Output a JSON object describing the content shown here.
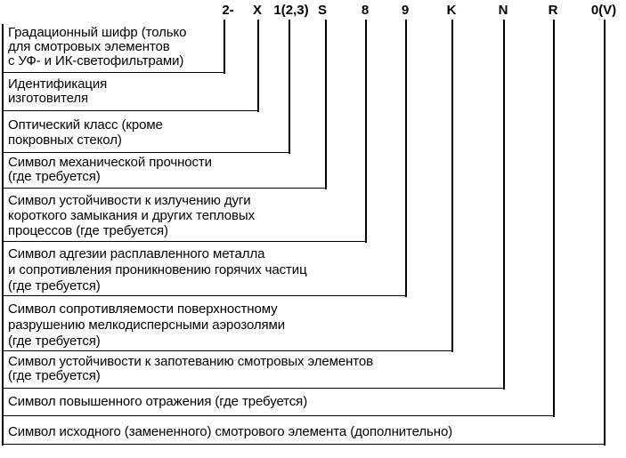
{
  "diagram": {
    "description": "Scheme of ocular marking code explanation (GOST eye-protection standard)",
    "code_string": "2- X 1(2,3) S 8 9 K N R 0(V)",
    "colors": {
      "background": "#ffffff",
      "line": "#000000",
      "text": "#000000"
    },
    "entries": [
      {
        "symbol": "2-",
        "label_lines": [
          "Градационный шифр (только",
          "для смотровых элементов",
          "с УФ- и ИК-светофильтрами)"
        ]
      },
      {
        "symbol": "X",
        "label_lines": [
          "Идентификация",
          "изготовителя"
        ]
      },
      {
        "symbol": "1(2,3)",
        "label_lines": [
          "Оптический класс (кроме",
          "покровных стекол)"
        ]
      },
      {
        "symbol": "S",
        "label_lines": [
          "Символ механической прочности",
          "(где требуется)"
        ]
      },
      {
        "symbol": "8",
        "label_lines": [
          "Символ устойчивости к излучению дуги",
          "короткого замыкания и других тепловых",
          "процессов (где требуется)"
        ]
      },
      {
        "symbol": "9",
        "label_lines": [
          "Символ адгезии расплавленного металла",
          "и сопротивления проникновению горячих частиц",
          "(где требуется)"
        ]
      },
      {
        "symbol": "K",
        "label_lines": [
          "Символ сопротивляемости поверхностному",
          "разрушению мелкодисперсными аэрозолями",
          "(где требуется)"
        ]
      },
      {
        "symbol": "N",
        "label_lines": [
          "Символ устойчивости к запотеванию смотровых элементов",
          "(где требуется)"
        ]
      },
      {
        "symbol": "R",
        "label_lines": [
          "Символ повышенного отражения (где требуется)"
        ]
      },
      {
        "symbol": "0(V)",
        "label_lines": [
          "Символ исходного (замененного) смотрового элемента (дополнительно)"
        ]
      }
    ]
  }
}
